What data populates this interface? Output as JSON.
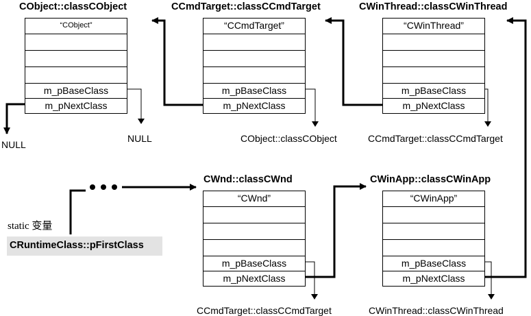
{
  "blocks": [
    {
      "title": "CObject::classCObject",
      "name": "“CObject”",
      "base": "m_pBaseClass",
      "next": "m_pNextClass"
    },
    {
      "title": "CCmdTarget::classCCmdTarget",
      "name": "“CCmdTarget”",
      "base": "m_pBaseClass",
      "next": "m_pNextClass"
    },
    {
      "title": "CWinThread::classCWinThread",
      "name": "“CWinThread”",
      "base": "m_pBaseClass",
      "next": "m_pNextClass"
    },
    {
      "title": "CWnd::classCWnd",
      "name": "“CWnd”",
      "base": "m_pBaseClass",
      "next": "m_pNextClass"
    },
    {
      "title": "CWinApp::classCWinApp",
      "name": "“CWinApp”",
      "base": "m_pBaseClass",
      "next": "m_pNextClass"
    }
  ],
  "targets": {
    "null_left": "NULL",
    "null_base": "NULL",
    "ccmd_base": "CObject::classCObject",
    "cwinthread_base": "CCmdTarget::classCCmdTarget",
    "cwnd_base": "CCmdTarget::classCCmdTarget",
    "cwinapp_base": "CWinThread::classCWinThread"
  },
  "static": {
    "label": "static 变量",
    "name": "CRuntimeClass::pFirstClass"
  }
}
